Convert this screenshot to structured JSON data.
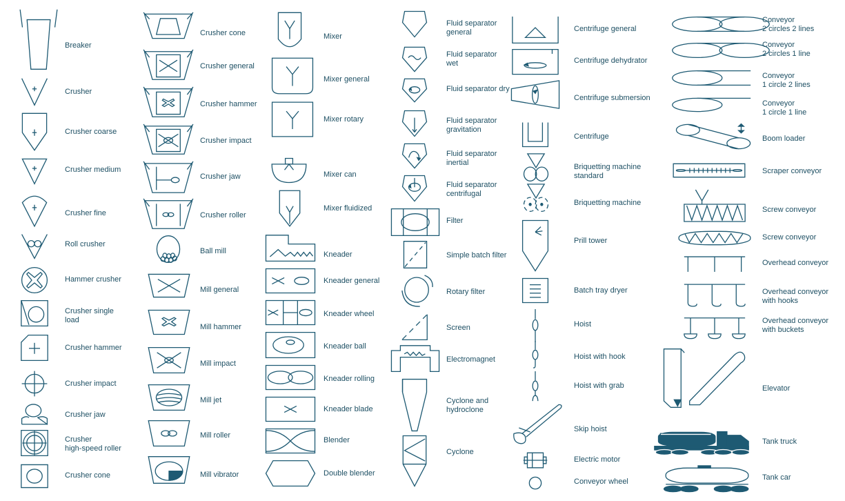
{
  "palette": {
    "stroke": "#1e5a73",
    "text": "#1d4f63"
  },
  "columns": [
    {
      "id": "crushers",
      "items": [
        {
          "label": "Breaker",
          "icon": "breaker-icon"
        },
        {
          "label": "Crusher",
          "icon": "crusher-icon"
        },
        {
          "label": "Crusher coarse",
          "icon": "crusher-coarse-icon"
        },
        {
          "label": "Crusher medium",
          "icon": "crusher-medium-icon"
        },
        {
          "label": "Crusher fine",
          "icon": "crusher-fine-icon"
        },
        {
          "label": "Roll crusher",
          "icon": "roll-crusher-icon"
        },
        {
          "label": "Hammer crusher",
          "icon": "hammer-crusher-icon"
        },
        {
          "label": "Crusher single\nload",
          "icon": "crusher-single-load-icon"
        },
        {
          "label": "Crusher hammer",
          "icon": "crusher-hammer-box-icon"
        },
        {
          "label": "Crusher impact",
          "icon": "crusher-impact-circle-icon"
        },
        {
          "label": "Crusher jaw",
          "icon": "crusher-jaw-drum-icon"
        },
        {
          "label": "Crusher\nhigh-speed roller",
          "icon": "crusher-high-speed-roller-icon"
        },
        {
          "label": "Crusher cone",
          "icon": "crusher-cone-box-icon"
        }
      ]
    },
    {
      "id": "crushers-mills",
      "items": [
        {
          "label": "Crusher cone",
          "icon": "crusher-cone-hopper-icon"
        },
        {
          "label": "Crusher general",
          "icon": "crusher-general-icon"
        },
        {
          "label": "Crusher hammer",
          "icon": "crusher-hammer-hopper-icon"
        },
        {
          "label": "Crusher impact",
          "icon": "crusher-impact-hopper-icon"
        },
        {
          "label": "Crusher jaw",
          "icon": "crusher-jaw-hopper-icon"
        },
        {
          "label": "Crusher roller",
          "icon": "crusher-roller-hopper-icon"
        },
        {
          "label": "Ball mill",
          "icon": "ball-mill-icon"
        },
        {
          "label": "Mill general",
          "icon": "mill-general-icon"
        },
        {
          "label": "Mill hammer",
          "icon": "mill-hammer-icon"
        },
        {
          "label": "Mill impact",
          "icon": "mill-impact-icon"
        },
        {
          "label": "Mill jet",
          "icon": "mill-jet-icon"
        },
        {
          "label": "Mill roller",
          "icon": "mill-roller-icon"
        },
        {
          "label": "Mill vibrator",
          "icon": "mill-vibrator-icon"
        }
      ]
    },
    {
      "id": "mixers-kneaders",
      "items": [
        {
          "label": "Mixer",
          "icon": "mixer-icon"
        },
        {
          "label": "Mixer general",
          "icon": "mixer-general-icon"
        },
        {
          "label": "Mixer rotary",
          "icon": "mixer-rotary-icon"
        },
        {
          "label": "Mixer can",
          "icon": "mixer-can-icon"
        },
        {
          "label": "Mixer fluidized",
          "icon": "mixer-fluidized-icon"
        },
        {
          "label": "Kneader",
          "icon": "kneader-icon"
        },
        {
          "label": "Kneader general",
          "icon": "kneader-general-icon"
        },
        {
          "label": "Kneader wheel",
          "icon": "kneader-wheel-icon"
        },
        {
          "label": "Kneader ball",
          "icon": "kneader-ball-icon"
        },
        {
          "label": "Kneader rolling",
          "icon": "kneader-rolling-icon"
        },
        {
          "label": "Kneader blade",
          "icon": "kneader-blade-icon"
        },
        {
          "label": "Blender",
          "icon": "blender-icon"
        },
        {
          "label": "Double blender",
          "icon": "double-blender-icon"
        }
      ]
    },
    {
      "id": "separators-filters",
      "items": [
        {
          "label": "Fluid separator\ngeneral",
          "icon": "fluid-separator-general-icon"
        },
        {
          "label": "Fluid separator\nwet",
          "icon": "fluid-separator-wet-icon"
        },
        {
          "label": "Fluid separator dry",
          "icon": "fluid-separator-dry-icon"
        },
        {
          "label": "Fluid separator\ngravitation",
          "icon": "fluid-separator-gravitation-icon"
        },
        {
          "label": "Fluid separator\ninertial",
          "icon": "fluid-separator-inertial-icon"
        },
        {
          "label": "Fluid separator\ncentrifugal",
          "icon": "fluid-separator-centrifugal-icon"
        },
        {
          "label": "Filter",
          "icon": "filter-icon"
        },
        {
          "label": "Simple batch filter",
          "icon": "simple-batch-filter-icon"
        },
        {
          "label": "Rotary filter",
          "icon": "rotary-filter-icon"
        },
        {
          "label": "Screen",
          "icon": "screen-icon"
        },
        {
          "label": "Electromagnet",
          "icon": "electromagnet-icon"
        },
        {
          "label": "Cyclone and\nhydroclone",
          "icon": "cyclone-and-hydroclone-icon"
        },
        {
          "label": "Cyclone",
          "icon": "cyclone-icon"
        }
      ]
    },
    {
      "id": "centrifuges-hoists",
      "items": [
        {
          "label": "Centrifuge general",
          "icon": "centrifuge-general-icon"
        },
        {
          "label": "Centrifuge dehydrator",
          "icon": "centrifuge-dehydrator-icon"
        },
        {
          "label": "Centrifuge submersion",
          "icon": "centrifuge-submersion-icon"
        },
        {
          "label": "Centrifuge",
          "icon": "centrifuge-icon"
        },
        {
          "label": "Briquetting machine\nstandard",
          "icon": "briquetting-machine-standard-icon"
        },
        {
          "label": "Briquetting machine",
          "icon": "briquetting-machine-icon"
        },
        {
          "label": "Prill tower",
          "icon": "prill-tower-icon"
        },
        {
          "label": "Batch tray dryer",
          "icon": "batch-tray-dryer-icon"
        },
        {
          "label": "Hoist",
          "icon": "hoist-icon"
        },
        {
          "label": "Hoist with hook",
          "icon": "hoist-with-hook-icon"
        },
        {
          "label": "Hoist with grab",
          "icon": "hoist-with-grab-icon"
        },
        {
          "label": "Skip hoist",
          "icon": "skip-hoist-icon"
        },
        {
          "label": "Electric motor",
          "icon": "electric-motor-icon"
        },
        {
          "label": "Conveyor wheel",
          "icon": "conveyor-wheel-icon"
        }
      ]
    },
    {
      "id": "conveyors-transport",
      "items": [
        {
          "label": "Conveyor\n2 circles 2 lines",
          "icon": "conveyor-2-circles-2-lines-icon"
        },
        {
          "label": "Conveyor\n2 circles 1 line",
          "icon": "conveyor-2-circles-1-line-icon"
        },
        {
          "label": "Conveyor\n1 circle 2 lines",
          "icon": "conveyor-1-circle-2-lines-icon"
        },
        {
          "label": "Conveyor\n1 circle 1 line",
          "icon": "conveyor-1-circle-1-line-icon"
        },
        {
          "label": "Boom loader",
          "icon": "boom-loader-icon"
        },
        {
          "label": "Scraper conveyor",
          "icon": "scraper-conveyor-icon"
        },
        {
          "label": "Screw conveyor",
          "icon": "screw-conveyor-feed-icon"
        },
        {
          "label": "Screw conveyor",
          "icon": "screw-conveyor-icon"
        },
        {
          "label": "Overhead conveyor",
          "icon": "overhead-conveyor-icon"
        },
        {
          "label": "Overhead conveyor\nwith hooks",
          "icon": "overhead-conveyor-hooks-icon"
        },
        {
          "label": "Overhead conveyor\nwith buckets",
          "icon": "overhead-conveyor-buckets-icon"
        },
        {
          "label": "Elevator",
          "icon": "elevator-icon"
        },
        {
          "label": "Tank truck",
          "icon": "tank-truck-icon"
        },
        {
          "label": "Tank car",
          "icon": "tank-car-icon"
        }
      ]
    }
  ]
}
